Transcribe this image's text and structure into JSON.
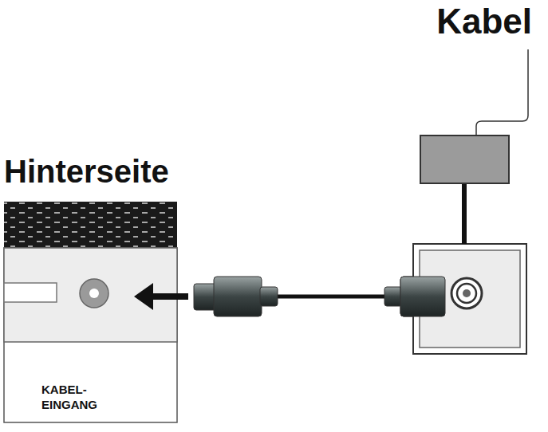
{
  "diagram": {
    "nodes": [
      {
        "text": [
          "Hinterseite",
          "KABEL- EINGANG"
        ]
      }
    ],
    "labels": [
      "Kabel"
    ]
  }
}
